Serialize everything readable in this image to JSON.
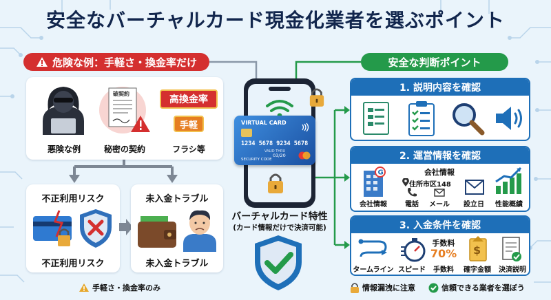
{
  "title": "安全なバーチャルカード現金化業者を選ぶポイント",
  "left": {
    "header": "危険な例：手軽さ・換金率だけ",
    "examples": [
      {
        "label": "悪険な例"
      },
      {
        "label": "秘密の契約",
        "doc_text": "破契約"
      },
      {
        "label": "フラシ等",
        "sign_top": "高換金率",
        "sign_bottom": "手軽"
      }
    ],
    "risk1_title": "不正利用リスク",
    "risk1_caption": "不正利用リスク",
    "risk2_title": "未入金トラブル",
    "risk2_caption": "未入金トラブル",
    "footnote": "手軽さ・換金率のみ"
  },
  "center": {
    "card_brand": "VIRTUAL CARD",
    "card_number": "1234 5678 9234 5678",
    "card_valid": "VALID THRU",
    "card_expiry": "03/20",
    "card_security": "SECURITY CODE",
    "feature_title": "バーチャルカード特性",
    "feature_sub": "(カード情報だけで決済可能)"
  },
  "right": {
    "header": "安全な判断ポイント",
    "panel1": {
      "title": "1. 説明内容を確認"
    },
    "panel2": {
      "title": "2. 運営情報を確認",
      "company_head": "会社情報",
      "address": "住所市区148",
      "labels": [
        "会社情報",
        "電話",
        "メール",
        "設立日",
        "性能概績"
      ]
    },
    "panel3": {
      "title": "3. 入金条件を確認",
      "fee_label": "手数料",
      "fee_value": "70%",
      "labels": [
        "タームライン",
        "スピード",
        "手数料",
        "確字金額",
        "決済説明"
      ]
    },
    "note_lock": "情報漏洩に注意",
    "note_check": "信頼できる業者を選ぼう"
  },
  "colors": {
    "danger": "#d42f2f",
    "safe": "#249a4a",
    "primary": "#1e6fb8"
  }
}
